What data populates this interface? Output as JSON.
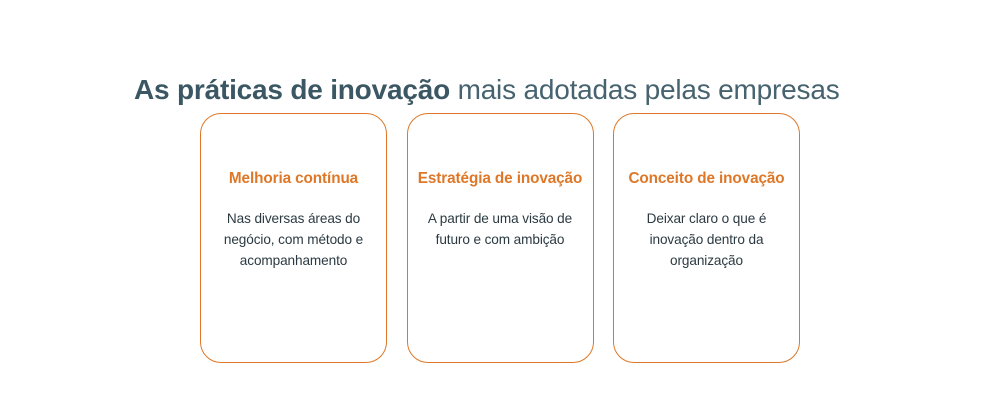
{
  "page": {
    "background_color": "#ffffff",
    "language": "pt-BR"
  },
  "headline": {
    "strong_text": "As práticas de inovação",
    "rest_text": " mais adotadas pelas empresas",
    "strong_color": "#3a5763",
    "rest_color": "#46636f"
  },
  "theme": {
    "accent_color": "#de7828",
    "border_color": "#de7828",
    "body_text_color": "#2b3a42",
    "heading_color": "#3d5a66"
  },
  "cards": [
    {
      "title": "Melhoria contínua",
      "body": "Nas diversas áreas do negócio, com método e acompanhamento"
    },
    {
      "title": "Estratégia de inovação",
      "body": "A partir de uma visão de futuro e com ambição"
    },
    {
      "title": "Conceito de inovação",
      "body": "Deixar claro o que é inovação dentro da organização"
    }
  ]
}
